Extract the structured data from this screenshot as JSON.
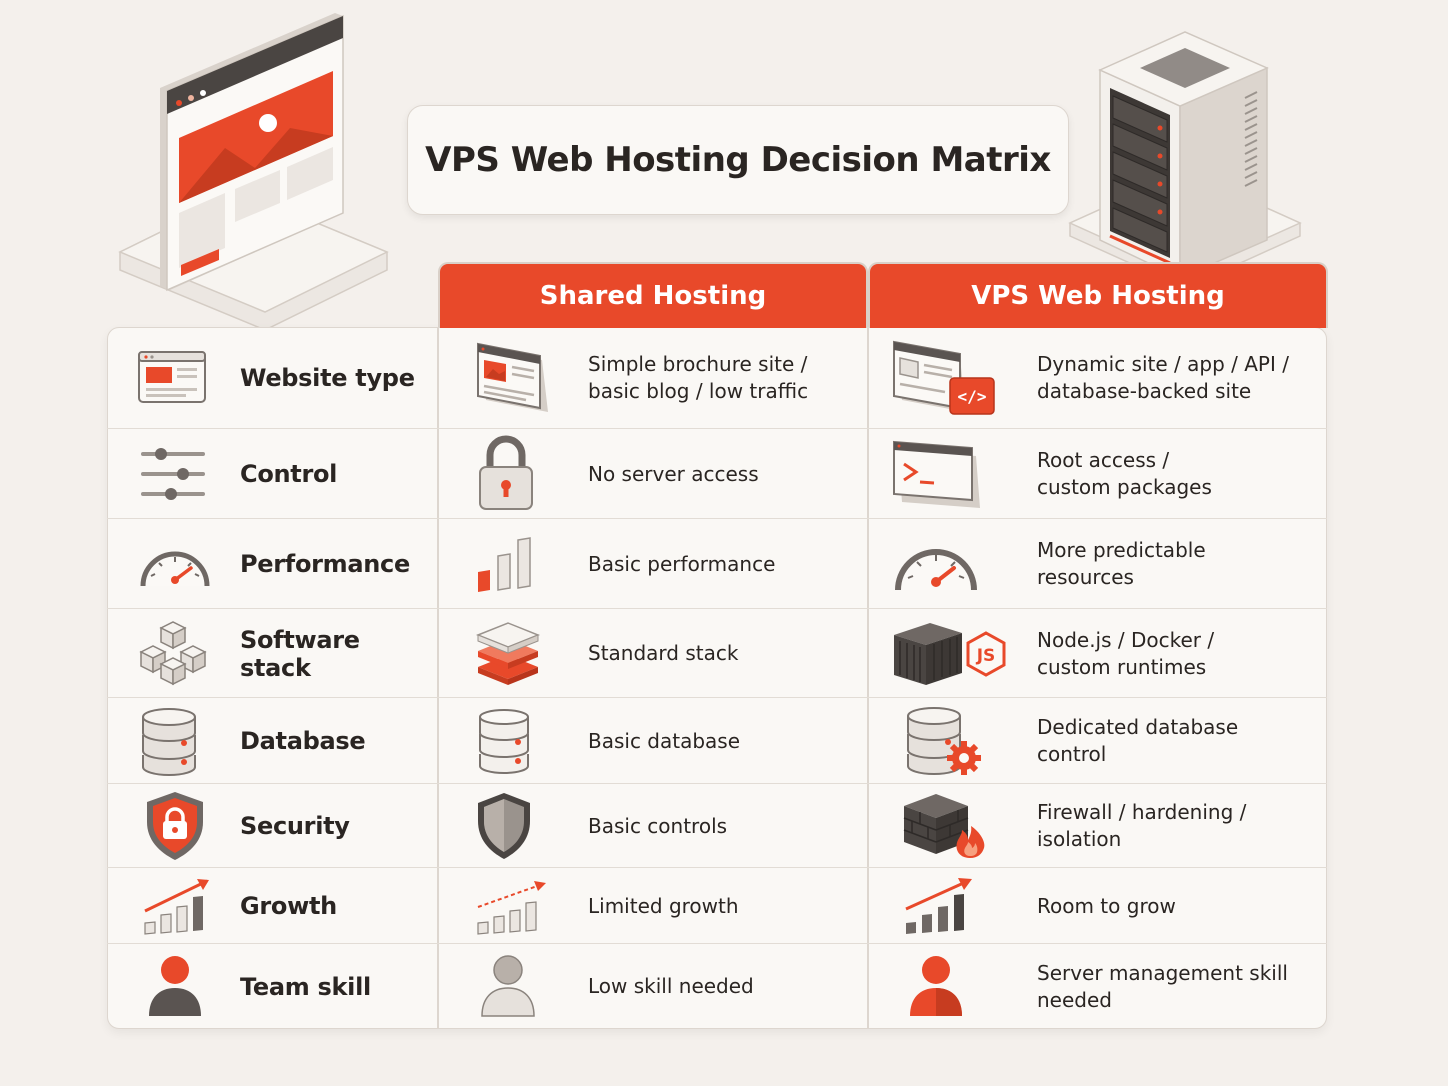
{
  "title": "VPS Web Hosting Decision Matrix",
  "columns": {
    "shared": "Shared Hosting",
    "vps": "VPS Web Hosting"
  },
  "colors": {
    "accent": "#e8492a",
    "dark": "#4a4542",
    "light": "#e6e1dc"
  },
  "rows": [
    {
      "label": "Website type",
      "shared": "Simple brochure site /\nbasic blog / low traffic",
      "vps": "Dynamic site / app / API /\ndatabase-backed site",
      "icons": [
        "browser-icon",
        "browser-image-icon",
        "code-window-icon"
      ]
    },
    {
      "label": "Control",
      "shared": "No server access",
      "vps": "Root access /\ncustom packages",
      "icons": [
        "sliders-icon",
        "padlock-icon",
        "terminal-icon"
      ]
    },
    {
      "label": "Performance",
      "shared": "Basic performance",
      "vps": "More predictable\nresources",
      "icons": [
        "gauge-icon",
        "bar-chart-icon",
        "gauge-icon"
      ]
    },
    {
      "label": "Software stack",
      "shared": "Standard stack",
      "vps": "Node.js / Docker /\ncustom runtimes",
      "icons": [
        "cubes-icon",
        "layers-icon",
        "container-nodejs-icon"
      ]
    },
    {
      "label": "Database",
      "shared": "Basic database",
      "vps": "Dedicated database\ncontrol",
      "icons": [
        "database-icon",
        "database-icon",
        "database-gear-icon"
      ]
    },
    {
      "label": "Security",
      "shared": "Basic controls",
      "vps": "Firewall / hardening /\nisolation",
      "icons": [
        "shield-lock-icon",
        "shield-icon",
        "firewall-icon"
      ]
    },
    {
      "label": "Growth",
      "shared": "Limited growth",
      "vps": "Room to grow",
      "icons": [
        "growth-chart-icon",
        "limited-growth-icon",
        "growth-chart-icon"
      ]
    },
    {
      "label": "Team skill",
      "shared": "Low skill needed",
      "vps": "Server management skill\nneeded",
      "icons": [
        "user-icon",
        "user-gray-icon",
        "user-orange-icon"
      ]
    }
  ]
}
